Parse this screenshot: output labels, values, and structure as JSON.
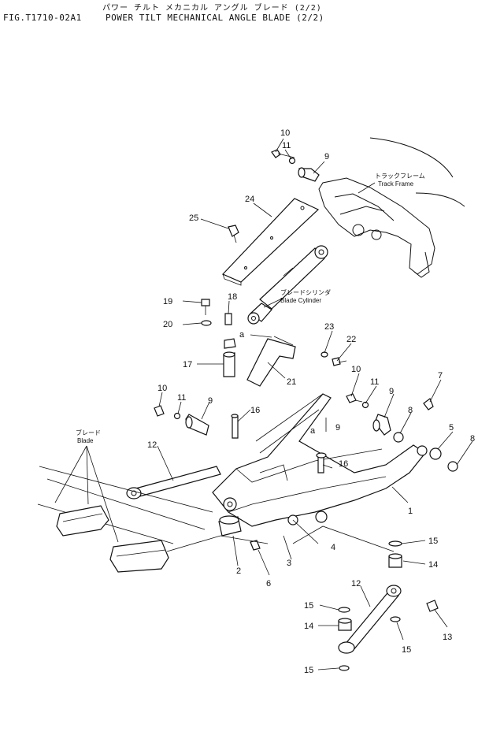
{
  "header": {
    "title_jp": "パワー チルト メカニカル アングル ブレード (2/2)",
    "fig_no": "FIG.T1710-02A1",
    "title_en": "POWER TILT MECHANICAL ANGLE BLADE (2/2)"
  },
  "labels": {
    "track_frame_jp": "トラックフレーム",
    "track_frame_en": "Track Frame",
    "blade_cylinder_jp": "ブレードシリンダ",
    "blade_cylinder_en": "Blade Cylinder",
    "blade_jp": "ブレード",
    "blade_en": "Blade",
    "ref_a": "a"
  },
  "callouts": {
    "p1": "1",
    "p2": "2",
    "p3": "3",
    "p4": "4",
    "p5": "5",
    "p6": "6",
    "p7": "7",
    "p8a": "8",
    "p8b": "8",
    "p9a": "9",
    "p9b": "9",
    "p9c": "9",
    "p9d": "9",
    "p10a": "10",
    "p10b": "10",
    "p10c": "10",
    "p11a": "11",
    "p11b": "11",
    "p11c": "11",
    "p12a": "12",
    "p12b": "12",
    "p13": "13",
    "p14a": "14",
    "p14b": "14",
    "p15a": "15",
    "p15b": "15",
    "p15c": "15",
    "p15d": "15",
    "p16a": "16",
    "p16b": "16",
    "p17": "17",
    "p18": "18",
    "p19": "19",
    "p20": "20",
    "p21": "21",
    "p22": "22",
    "p23": "23",
    "p24": "24",
    "p25": "25"
  }
}
